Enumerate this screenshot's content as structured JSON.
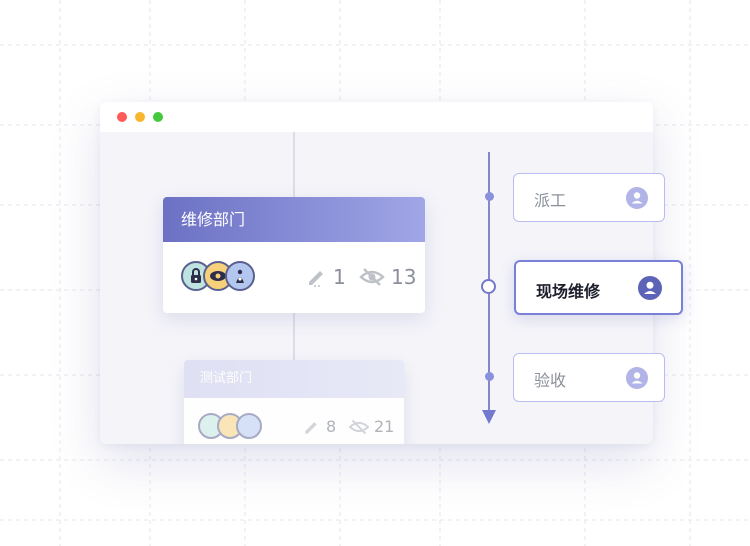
{
  "window": {
    "controls": [
      "close",
      "minimize",
      "zoom"
    ]
  },
  "cards": [
    {
      "title": "维修部门",
      "edit_count": "1",
      "view_count": "13"
    },
    {
      "title": "测试部门",
      "edit_count": "8",
      "view_count": "21"
    }
  ],
  "workflow": {
    "steps": [
      {
        "label": "派工",
        "state": "inactive"
      },
      {
        "label": "现场维修",
        "state": "active"
      },
      {
        "label": "验收",
        "state": "inactive"
      }
    ]
  },
  "colors": {
    "accent": "#7379cc",
    "header_gradient_start": "#6c71c4",
    "header_gradient_end": "#a0a6e6",
    "window_bg": "#f4f4f9"
  },
  "icons": [
    "pencil-icon",
    "eye-slash-icon",
    "user-icon",
    "avatar-lock-icon",
    "avatar-eye-icon",
    "avatar-bag-icon"
  ]
}
